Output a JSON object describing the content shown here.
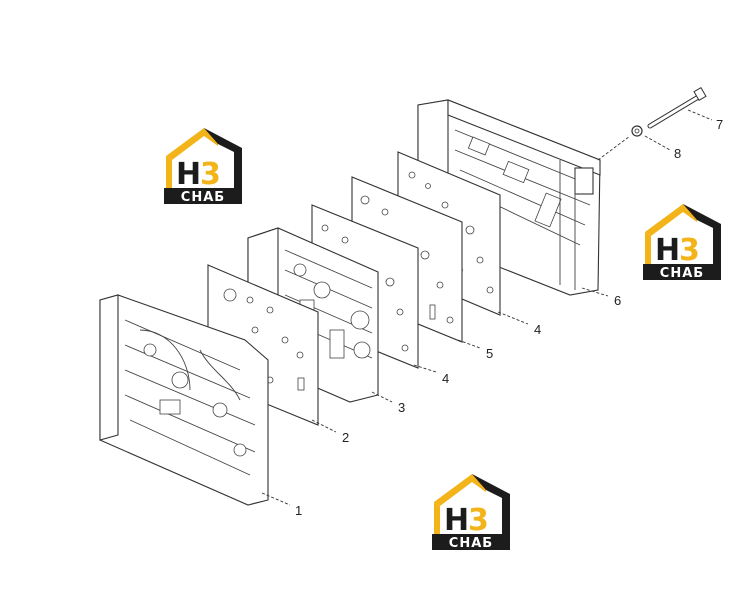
{
  "logo": {
    "letters_h": "H",
    "letters_num": "3",
    "band_text": "СНАБ",
    "colors": {
      "yellow": "#f2b418",
      "dark": "#1c1c1c",
      "band": "#1c1c1c"
    }
  },
  "callouts": [
    {
      "id": "c1",
      "label": "1"
    },
    {
      "id": "c2",
      "label": "2"
    },
    {
      "id": "c3",
      "label": "3"
    },
    {
      "id": "c4a",
      "label": "4"
    },
    {
      "id": "c5",
      "label": "5"
    },
    {
      "id": "c4b",
      "label": "4"
    },
    {
      "id": "c6",
      "label": "6"
    },
    {
      "id": "c7",
      "label": "7"
    },
    {
      "id": "c8",
      "label": "8"
    }
  ]
}
